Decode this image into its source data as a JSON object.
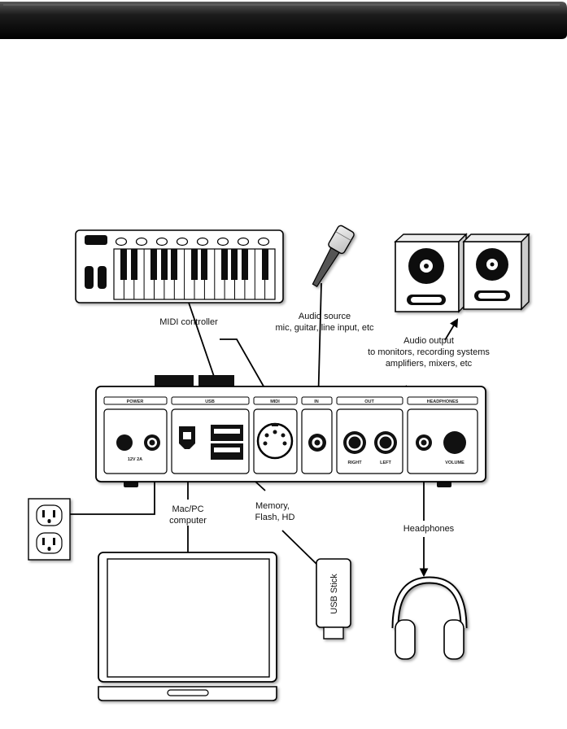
{
  "labels": {
    "midi_controller": "MIDI controller",
    "audio_source_title": "Audio source",
    "audio_source_desc": "mic, guitar, line input, etc",
    "audio_output_title": "Audio output",
    "audio_output_line2": "to monitors, recording systems",
    "audio_output_line3": "amplifiers, mixers, etc",
    "computer_line1": "Mac/PC",
    "computer_line2": "computer",
    "memory_line1": "Memory,",
    "memory_line2": "Flash, HD",
    "headphones": "Headphones",
    "usb_stick": "USB Stick"
  },
  "device_panel": {
    "sections": [
      "POWER",
      "USB",
      "MIDI",
      "IN",
      "OUT",
      "HEADPHONES"
    ],
    "power_rating": "12V 2A",
    "out_right": "RIGHT",
    "out_left": "LEFT",
    "volume": "VOLUME"
  }
}
